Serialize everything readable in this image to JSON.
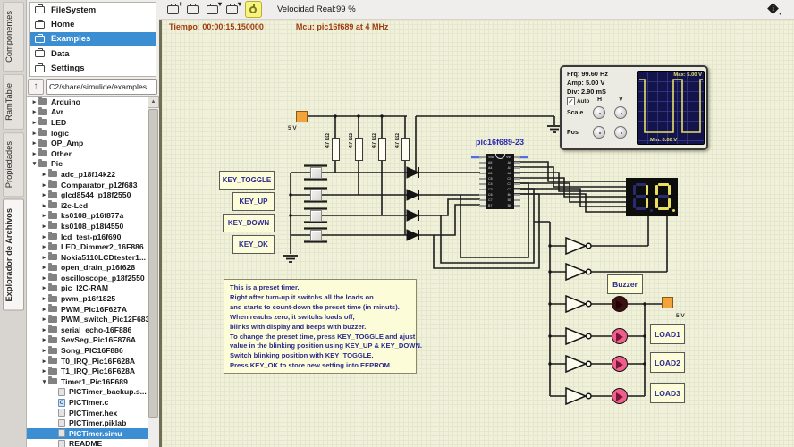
{
  "colors": {
    "selection": "#3c8ed2",
    "canvas_bg": "#f0f1da",
    "wire": "#1c1c1c",
    "label_blue": "#2b2b8f",
    "status_red": "#a03c10",
    "segment_lit": "#e8df63",
    "segment_unlit": "#2a2a6e",
    "led_on": "#ef5f8d",
    "source_orange": "#f2a33c",
    "power_yellow": "#f7f37e",
    "scope_screen": "#14144d",
    "trace_yellow": "#e6e06a"
  },
  "sidebar_tabs": {
    "items": [
      {
        "label": "Componentes",
        "active": false
      },
      {
        "label": "RamTable",
        "active": false
      },
      {
        "label": "Propiedades",
        "active": false
      },
      {
        "label": "Explorador de Archivos",
        "active": true
      }
    ]
  },
  "places": {
    "items": [
      {
        "label": "FileSystem",
        "selected": false
      },
      {
        "label": "Home",
        "selected": false
      },
      {
        "label": "Examples",
        "selected": true
      },
      {
        "label": "Data",
        "selected": false
      },
      {
        "label": "Settings",
        "selected": false
      }
    ]
  },
  "path_bar": {
    "value": "C2/share/simulide/examples",
    "up_glyph": "↑"
  },
  "glyphs": {
    "collapsed": "▸",
    "expanded": "▾",
    "scroll_up": "▲",
    "info": "i",
    "caret": "▾"
  },
  "file_tree": {
    "items": [
      {
        "l": "Arduino",
        "d": 0,
        "a": "c",
        "i": "folder"
      },
      {
        "l": "Avr",
        "d": 0,
        "a": "c",
        "i": "folder"
      },
      {
        "l": "LED",
        "d": 0,
        "a": "c",
        "i": "folder"
      },
      {
        "l": "logic",
        "d": 0,
        "a": "c",
        "i": "folder"
      },
      {
        "l": "OP_Amp",
        "d": 0,
        "a": "c",
        "i": "folder"
      },
      {
        "l": "Other",
        "d": 0,
        "a": "c",
        "i": "folder"
      },
      {
        "l": "Pic",
        "d": 0,
        "a": "e",
        "i": "folder"
      },
      {
        "l": "adc_p18f14k22",
        "d": 1,
        "a": "c",
        "i": "folder"
      },
      {
        "l": "Comparator_p12f683",
        "d": 1,
        "a": "c",
        "i": "folder"
      },
      {
        "l": "glcd8544_p18f2550",
        "d": 1,
        "a": "c",
        "i": "folder"
      },
      {
        "l": "i2c-Lcd",
        "d": 1,
        "a": "c",
        "i": "folder"
      },
      {
        "l": "ks0108_p16f877a",
        "d": 1,
        "a": "c",
        "i": "folder"
      },
      {
        "l": "ks0108_p18f4550",
        "d": 1,
        "a": "c",
        "i": "folder"
      },
      {
        "l": "lcd_test-p16f690",
        "d": 1,
        "a": "c",
        "i": "folder"
      },
      {
        "l": "LED_Dimmer2_16F886",
        "d": 1,
        "a": "c",
        "i": "folder"
      },
      {
        "l": "Nokia5110LCDtester1...",
        "d": 1,
        "a": "c",
        "i": "folder"
      },
      {
        "l": "open_drain_p16f628",
        "d": 1,
        "a": "c",
        "i": "folder"
      },
      {
        "l": "oscilloscope_p18f2550",
        "d": 1,
        "a": "c",
        "i": "folder"
      },
      {
        "l": "pic_I2C-RAM",
        "d": 1,
        "a": "c",
        "i": "folder"
      },
      {
        "l": "pwm_p16f1825",
        "d": 1,
        "a": "c",
        "i": "folder"
      },
      {
        "l": "PWM_Pic16F627A",
        "d": 1,
        "a": "c",
        "i": "folder"
      },
      {
        "l": "PWM_switch_Pic12F683",
        "d": 1,
        "a": "c",
        "i": "folder"
      },
      {
        "l": "serial_echo-16F886",
        "d": 1,
        "a": "c",
        "i": "folder"
      },
      {
        "l": "SevSeg_Pic16F876A",
        "d": 1,
        "a": "c",
        "i": "folder"
      },
      {
        "l": "Song_PIC16F886",
        "d": 1,
        "a": "c",
        "i": "folder"
      },
      {
        "l": "T0_IRQ_Pic16F628A",
        "d": 1,
        "a": "c",
        "i": "folder"
      },
      {
        "l": "T1_IRQ_Pic16F628A",
        "d": 1,
        "a": "c",
        "i": "folder"
      },
      {
        "l": "Timer1_Pic16F689",
        "d": 1,
        "a": "e",
        "i": "folder"
      },
      {
        "l": "PICTimer_backup.s...",
        "d": 2,
        "a": "n",
        "i": "file"
      },
      {
        "l": "PICTimer.c",
        "d": 2,
        "a": "n",
        "i": "cfile"
      },
      {
        "l": "PICTimer.hex",
        "d": 2,
        "a": "n",
        "i": "file"
      },
      {
        "l": "PICTimer.piklab",
        "d": 2,
        "a": "n",
        "i": "file"
      },
      {
        "l": "PICTimer.simu",
        "d": 2,
        "a": "n",
        "i": "file",
        "sel": true
      },
      {
        "l": "README",
        "d": 2,
        "a": "n",
        "i": "file"
      }
    ]
  },
  "toolbar": {
    "speed_label": "Velocidad Real:99 %",
    "icons": [
      {
        "name": "new-circuit-icon",
        "badge": "+"
      },
      {
        "name": "open-circuit-icon",
        "badge": ""
      },
      {
        "name": "save-circuit-icon",
        "badge": "▾"
      },
      {
        "name": "save-as-circuit-icon",
        "badge": "▾"
      }
    ]
  },
  "statusbar": {
    "time": "Tiempo: 00:00:15.150000",
    "mcu": "Mcu: pic16f689 at 4 MHz"
  },
  "scope": {
    "frq": "Frq: 99.60 Hz",
    "amp": "Amp: 5.00 V",
    "div": "Div: 2.90 mS",
    "auto_label": "Auto",
    "check": "✓",
    "h": "H",
    "v": "V",
    "scale": "Scale",
    "pos": "Pos",
    "max": "Max: 5.00 V",
    "min": "Min: 0.00 V"
  },
  "chip": {
    "label": "pic16f689-23",
    "left_pins": [
      "Vdd",
      "A5",
      "A4",
      "A3",
      "C5",
      "C4",
      "C3",
      "C6",
      "C7",
      "B7"
    ],
    "right_pins": [
      "Vss",
      "A0",
      "A1",
      "A2",
      "C0",
      "C1",
      "C2",
      "B4",
      "B5",
      "B6"
    ]
  },
  "display": {
    "value": "10",
    "digits": [
      {
        "segments": [
          "b",
          "c"
        ],
        "dp": false
      },
      {
        "segments": [
          "a",
          "b",
          "c",
          "d",
          "e",
          "f"
        ],
        "dp": true
      }
    ]
  },
  "keys": {
    "items": [
      "KEY_TOGGLE",
      "KEY_UP",
      "KEY_DOWN",
      "KEY_OK"
    ]
  },
  "loads": {
    "buzzer": "Buzzer",
    "items": [
      "LOAD1",
      "LOAD2",
      "LOAD3"
    ]
  },
  "sources": {
    "v1": "5 V",
    "v2": "5 V"
  },
  "resistors": {
    "label": "47 kΩ"
  },
  "note": {
    "lines": [
      "This is a preset timer.",
      "Right after turn-up it switchs all the loads on",
      "and starts to count-down the preset time (in minuts).",
      "When reachs zero, it switchs loads off,",
      "blinks with display and beeps with buzzer.",
      "To change the preset time, press KEY_TOGGLE and ajust",
      "value in the blinking position using KEY_UP & KEY_DOWN.",
      "Switch blinking position with KEY_TOGGLE.",
      "Press KEY_OK to store new setting into EEPROM."
    ]
  }
}
